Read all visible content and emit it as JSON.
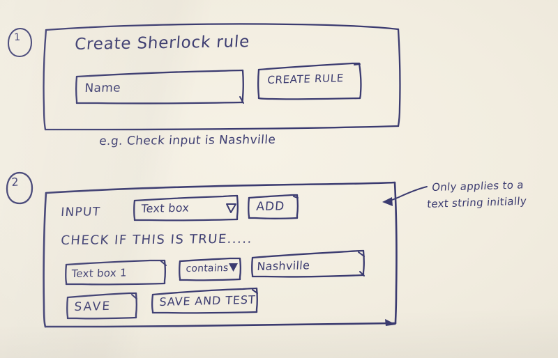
{
  "sketch": {
    "medium": "hand-drawn pen wireframe on paper",
    "ink_color": "#3b3b70",
    "paper_color": "#f3eee1"
  },
  "steps": [
    {
      "number": "1",
      "name": "create-sherlock-rule",
      "title": "Create Sherlock rule",
      "name_field": {
        "placeholder": "Name",
        "value": ""
      },
      "create_rule_button": "CREATE RULE",
      "caption": "e.g. Check input is Nashville"
    },
    {
      "number": "2",
      "name": "rule-builder",
      "input_label": "INPUT",
      "input_type_select": {
        "value": "Text box",
        "chevron": "chevron-down-icon"
      },
      "add_button": "ADD",
      "condition_heading": "CHECK IF THIS IS TRUE.....",
      "condition_row": {
        "field": "Text box 1",
        "operator": "contains",
        "operator_chevron": "chevron-down-icon",
        "compare_value": "Nashville"
      },
      "save_button": "SAVE",
      "save_and_test_button": "SAVE AND TEST"
    }
  ],
  "annotation": {
    "name": "callout-text-string-only",
    "line1": "Only applies to a",
    "line2": "text string initially",
    "full_text": "Only applies to a text string initially"
  }
}
